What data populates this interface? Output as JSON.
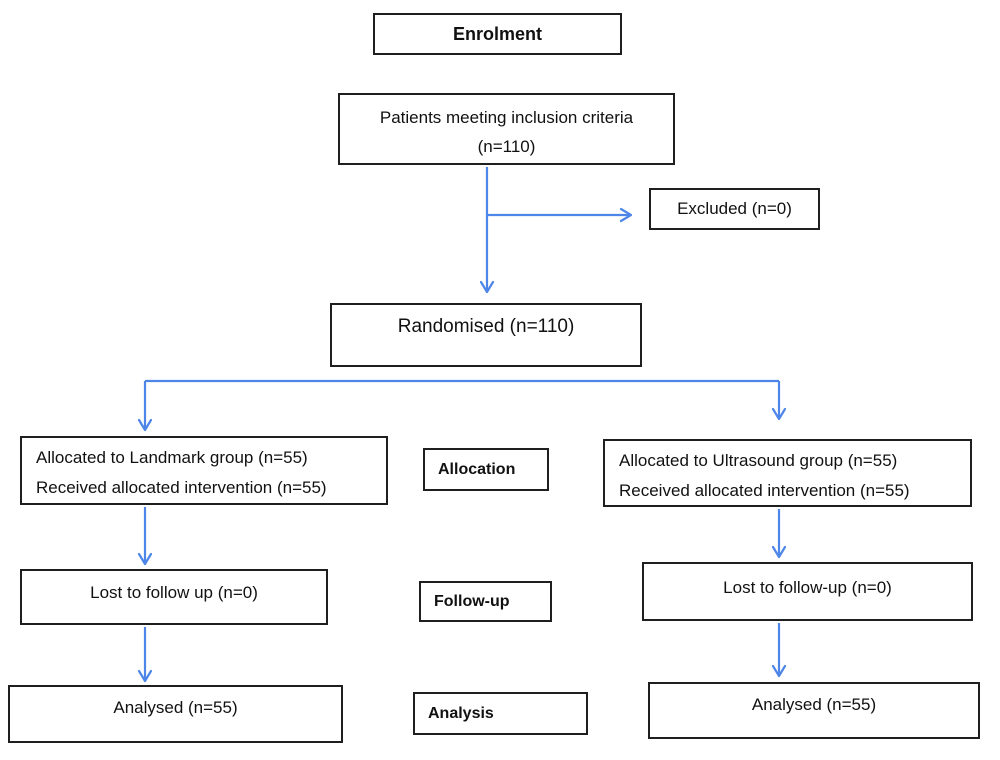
{
  "figure": {
    "type": "CONSORT participant flow diagram"
  },
  "colors": {
    "arrow_blue": "#4d86e8",
    "box_border": "#1f1f1f",
    "text": "#111111",
    "background": "#ffffff"
  },
  "boxes": {
    "enrolment": {
      "label": "Enrolment"
    },
    "inclusion": {
      "line1": "Patients meeting inclusion criteria",
      "line2": "(n=110)"
    },
    "excluded": {
      "label": "Excluded (n=0)"
    },
    "randomised": {
      "label": "Randomised (n=110)"
    },
    "allocated_landmark": {
      "line1": "Allocated to Landmark group (n=55)",
      "line2": "Received allocated intervention (n=55)"
    },
    "allocation_stage": {
      "label": "Allocation"
    },
    "allocated_ultrasound": {
      "line1": "Allocated to Ultrasound group (n=55)",
      "line2": "Received allocated intervention (n=55)"
    },
    "lost_landmark": {
      "label": "Lost to follow up (n=0)"
    },
    "followup_stage": {
      "label": "Follow-up"
    },
    "lost_ultrasound": {
      "label": "Lost to follow-up (n=0)"
    },
    "analysed_landmark": {
      "label": "Analysed (n=55)"
    },
    "analysis_stage": {
      "label": "Analysis"
    },
    "analysed_ultrasound": {
      "label": "Analysed (n=55)"
    }
  }
}
